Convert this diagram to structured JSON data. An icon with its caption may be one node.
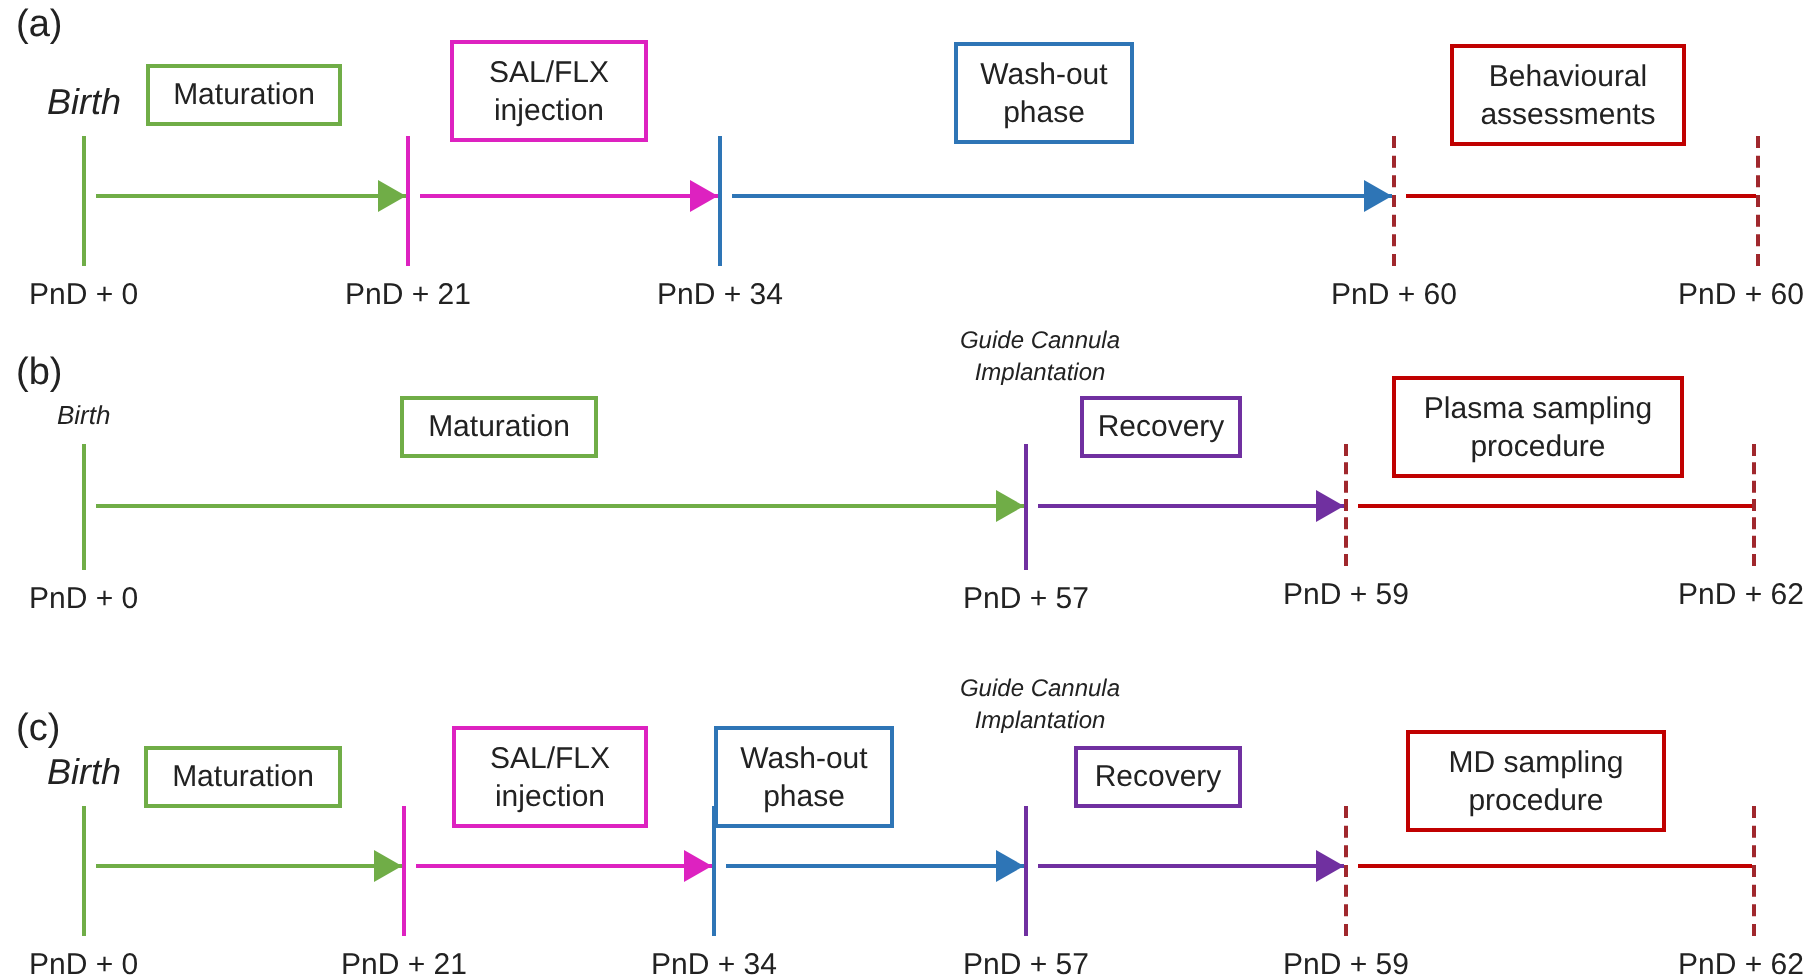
{
  "diagram": {
    "nodes": [
      {
        "text": [
          "Maturation"
        ]
      },
      {
        "text": [
          "SAL/FLX injection"
        ]
      },
      {
        "text": [
          "Wash-out phase"
        ]
      },
      {
        "text": [
          "Behavioural assessments"
        ]
      },
      {
        "text": [],
        "shape": "bar",
        "beside": [
          "Birth",
          "PnD + 0"
        ]
      },
      {
        "text": [],
        "shape": "bar",
        "beside": [
          "PnD + 21"
        ]
      },
      {
        "text": [],
        "shape": "bar",
        "beside": [
          "PnD + 34"
        ]
      },
      {
        "text": [],
        "shape": "bar",
        "beside": [
          "PnD + 60"
        ]
      },
      {
        "text": [],
        "shape": "bar",
        "beside": [
          "PnD + 60"
        ]
      },
      {
        "text": [
          "Maturation"
        ]
      },
      {
        "text": [
          "Recovery"
        ]
      },
      {
        "text": [
          "Plasma sampling procedure"
        ]
      },
      {
        "text": [],
        "shape": "bar",
        "beside": [
          "Birth",
          "PnD + 0"
        ]
      },
      {
        "text": [],
        "shape": "bar",
        "beside": [
          "PnD + 57"
        ]
      },
      {
        "text": [],
        "shape": "bar",
        "beside": [
          "PnD + 59"
        ]
      },
      {
        "text": [],
        "shape": "bar",
        "beside": [
          "PnD + 62"
        ]
      },
      {
        "text": [
          "Maturation"
        ]
      },
      {
        "text": [
          "SAL/FLX injection"
        ]
      },
      {
        "text": [
          "Wash-out phase"
        ]
      },
      {
        "text": [
          "Recovery"
        ]
      },
      {
        "text": [
          "MD sampling procedure"
        ]
      },
      {
        "text": [],
        "shape": "bar",
        "beside": [
          "Birth",
          "PnD + 0"
        ]
      },
      {
        "text": [],
        "shape": "bar",
        "beside": [
          "PnD + 21"
        ]
      },
      {
        "text": [],
        "shape": "bar",
        "beside": [
          "PnD + 34"
        ]
      },
      {
        "text": [],
        "shape": "bar",
        "beside": [
          "PnD + 57"
        ]
      },
      {
        "text": [],
        "shape": "bar",
        "beside": [
          "PnD + 59"
        ]
      },
      {
        "text": [],
        "shape": "bar",
        "beside": [
          "PnD + 62"
        ]
      }
    ],
    "edges": [
      {
        "from": 4,
        "to": 5,
        "arrow": "to",
        "color": "#70ad47"
      },
      {
        "from": 5,
        "to": 6,
        "arrow": "to",
        "color": "#dd22c0"
      },
      {
        "from": 6,
        "to": 7,
        "arrow": "to",
        "color": "#2e75b6"
      },
      {
        "from": 7,
        "to": 8,
        "arrow": "none",
        "color": "#c00000"
      },
      {
        "from": 12,
        "to": 13,
        "arrow": "to",
        "color": "#70ad47"
      },
      {
        "from": 13,
        "to": 14,
        "arrow": "to",
        "color": "#7030a0"
      },
      {
        "from": 14,
        "to": 15,
        "arrow": "none",
        "color": "#c00000"
      },
      {
        "from": 21,
        "to": 22,
        "arrow": "to",
        "color": "#70ad47"
      },
      {
        "from": 22,
        "to": 23,
        "arrow": "to",
        "color": "#dd22c0"
      },
      {
        "from": 23,
        "to": 24,
        "arrow": "to",
        "color": "#2e75b6"
      },
      {
        "from": 24,
        "to": 25,
        "arrow": "to",
        "color": "#7030a0"
      },
      {
        "from": 25,
        "to": 26,
        "arrow": "none",
        "color": "#c00000"
      }
    ],
    "labels": [
      "(a)",
      "Guide Cannula Implantation",
      "(b)",
      "Guide Cannula Implantation",
      "(c)"
    ]
  }
}
